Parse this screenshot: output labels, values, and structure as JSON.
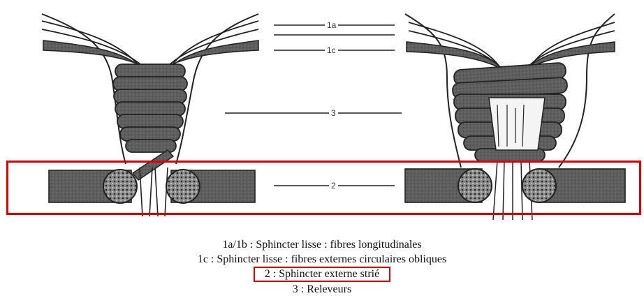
{
  "figure": {
    "leader_labels": [
      "1a",
      "1c",
      "3",
      "2"
    ],
    "colors": {
      "muscle_fill": "#5a5a5a",
      "outline": "#222222",
      "highlight": "#e00000",
      "background": "#ffffff"
    }
  },
  "legend": {
    "lines": [
      "1a/1b : Sphincter lisse : fibres longitudinales",
      "1c : Sphincter lisse : fibres externes circulaires obliques",
      "2 : Sphincter externe strié",
      "3 : Releveurs"
    ]
  }
}
